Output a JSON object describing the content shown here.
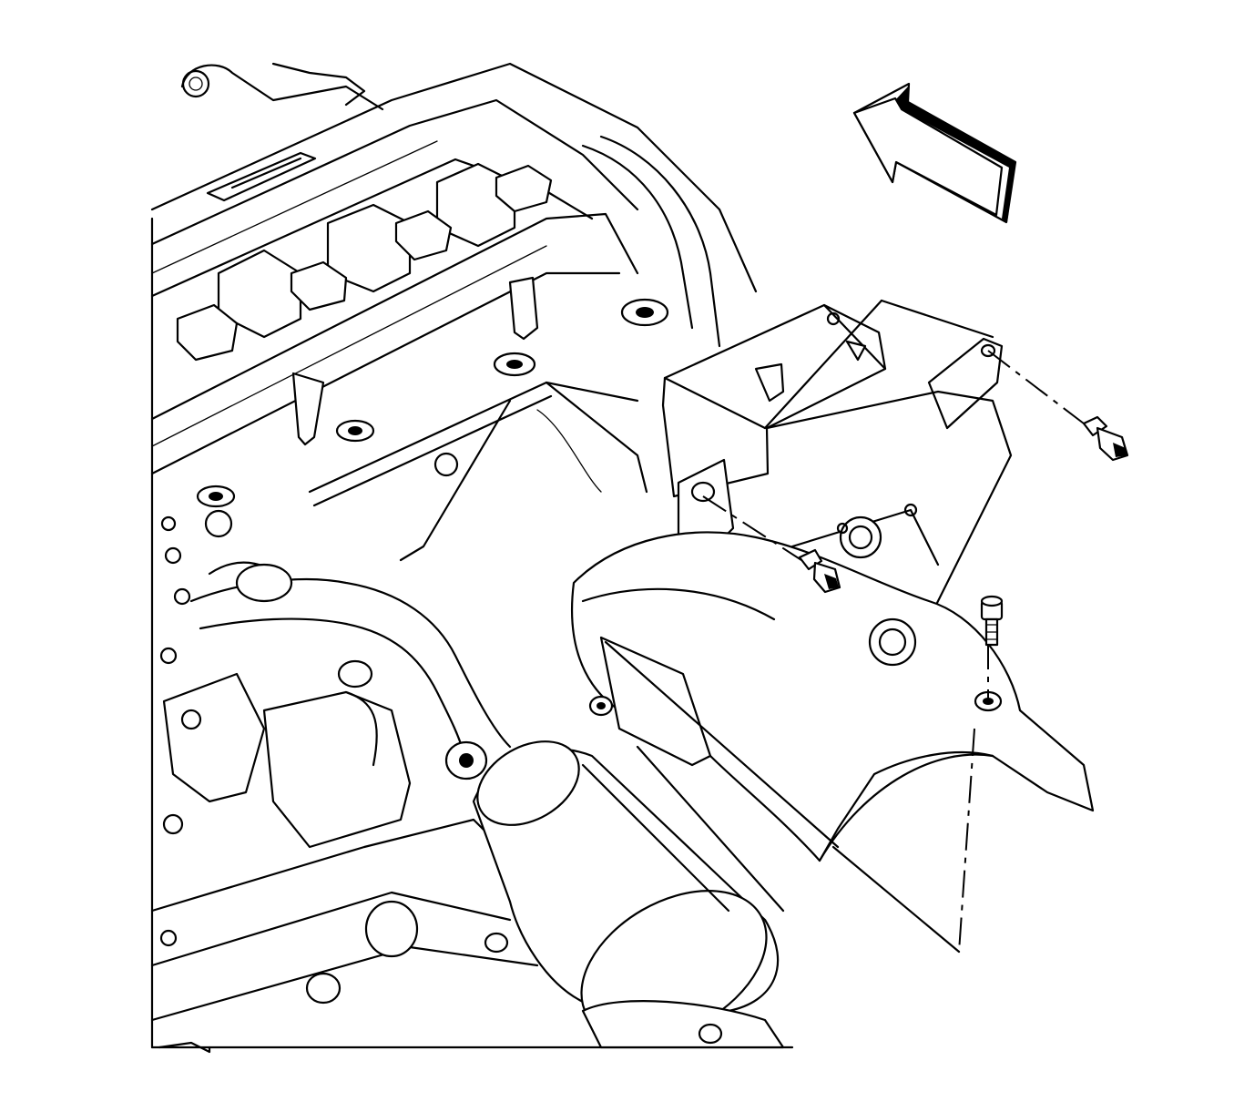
{
  "diagram": {
    "parts": [
      {
        "id": "engine-block",
        "icon": "engine-icon"
      },
      {
        "id": "valve-cover",
        "icon": "valve-cover-icon"
      },
      {
        "id": "ignition-coil-pack",
        "icon": "ignition-coil-icon"
      },
      {
        "id": "exhaust-manifold-heat-shield",
        "icon": "heat-shield-icon"
      },
      {
        "id": "catalytic-converter",
        "icon": "catalytic-converter-icon"
      },
      {
        "id": "upper-heat-shield-bolt",
        "icon": "bolt-icon"
      },
      {
        "id": "middle-heat-shield-bolt",
        "icon": "bolt-icon"
      },
      {
        "id": "lower-heat-shield-bolt",
        "icon": "bolt-icon"
      },
      {
        "id": "front-direction-arrow",
        "icon": "direction-arrow-icon"
      }
    ],
    "colors": {
      "line": "#000000",
      "background": "#ffffff"
    }
  }
}
